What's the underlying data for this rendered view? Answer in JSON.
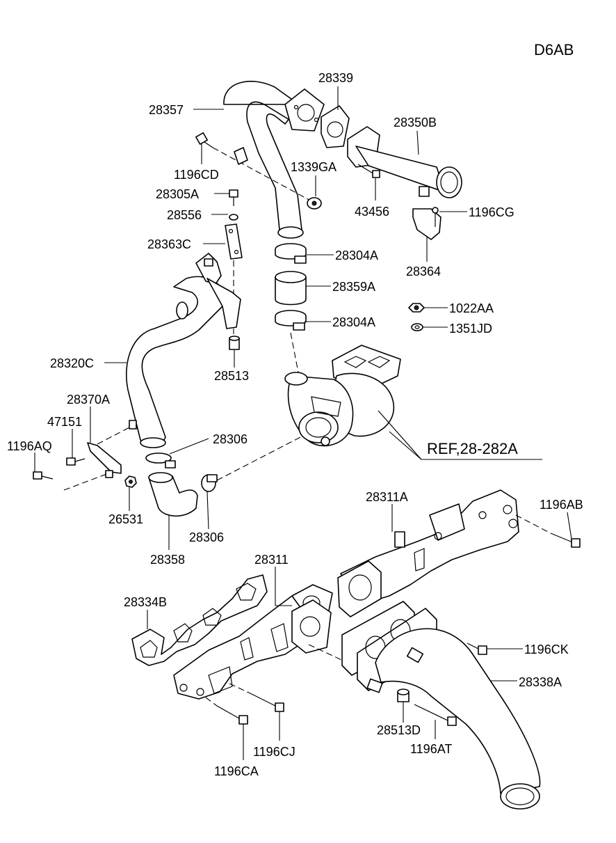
{
  "model_code": "D6AB",
  "callouts": [
    {
      "id": "28339",
      "label": "28339"
    },
    {
      "id": "28357",
      "label": "28357"
    },
    {
      "id": "28350B",
      "label": "28350B"
    },
    {
      "id": "1196CD",
      "label": "1196CD"
    },
    {
      "id": "1339GA",
      "label": "1339GA"
    },
    {
      "id": "28305A",
      "label": "28305A"
    },
    {
      "id": "28556",
      "label": "28556"
    },
    {
      "id": "43456",
      "label": "43456"
    },
    {
      "id": "1196CG",
      "label": "1196CG"
    },
    {
      "id": "28363C",
      "label": "28363C"
    },
    {
      "id": "28304A-upper",
      "label": "28304A"
    },
    {
      "id": "28364",
      "label": "28364"
    },
    {
      "id": "28359A",
      "label": "28359A"
    },
    {
      "id": "1022AA",
      "label": "1022AA"
    },
    {
      "id": "28304A-lower",
      "label": "28304A"
    },
    {
      "id": "1351JD",
      "label": "1351JD"
    },
    {
      "id": "28320C",
      "label": "28320C"
    },
    {
      "id": "28513",
      "label": "28513"
    },
    {
      "id": "28370A",
      "label": "28370A"
    },
    {
      "id": "47151",
      "label": "47151"
    },
    {
      "id": "28306-upper",
      "label": "28306"
    },
    {
      "id": "1196AQ",
      "label": "1196AQ"
    },
    {
      "id": "REF",
      "label": "REF,28-282A"
    },
    {
      "id": "26531",
      "label": "26531"
    },
    {
      "id": "28306-lower",
      "label": "28306"
    },
    {
      "id": "28358",
      "label": "28358"
    },
    {
      "id": "28311A",
      "label": "28311A"
    },
    {
      "id": "1196AB",
      "label": "1196AB"
    },
    {
      "id": "28311",
      "label": "28311"
    },
    {
      "id": "28334B",
      "label": "28334B"
    },
    {
      "id": "1196CK",
      "label": "1196CK"
    },
    {
      "id": "28338A",
      "label": "28338A"
    },
    {
      "id": "28513D",
      "label": "28513D"
    },
    {
      "id": "1196CJ",
      "label": "1196CJ"
    },
    {
      "id": "1196AT",
      "label": "1196AT"
    },
    {
      "id": "1196CA",
      "label": "1196CA"
    }
  ]
}
